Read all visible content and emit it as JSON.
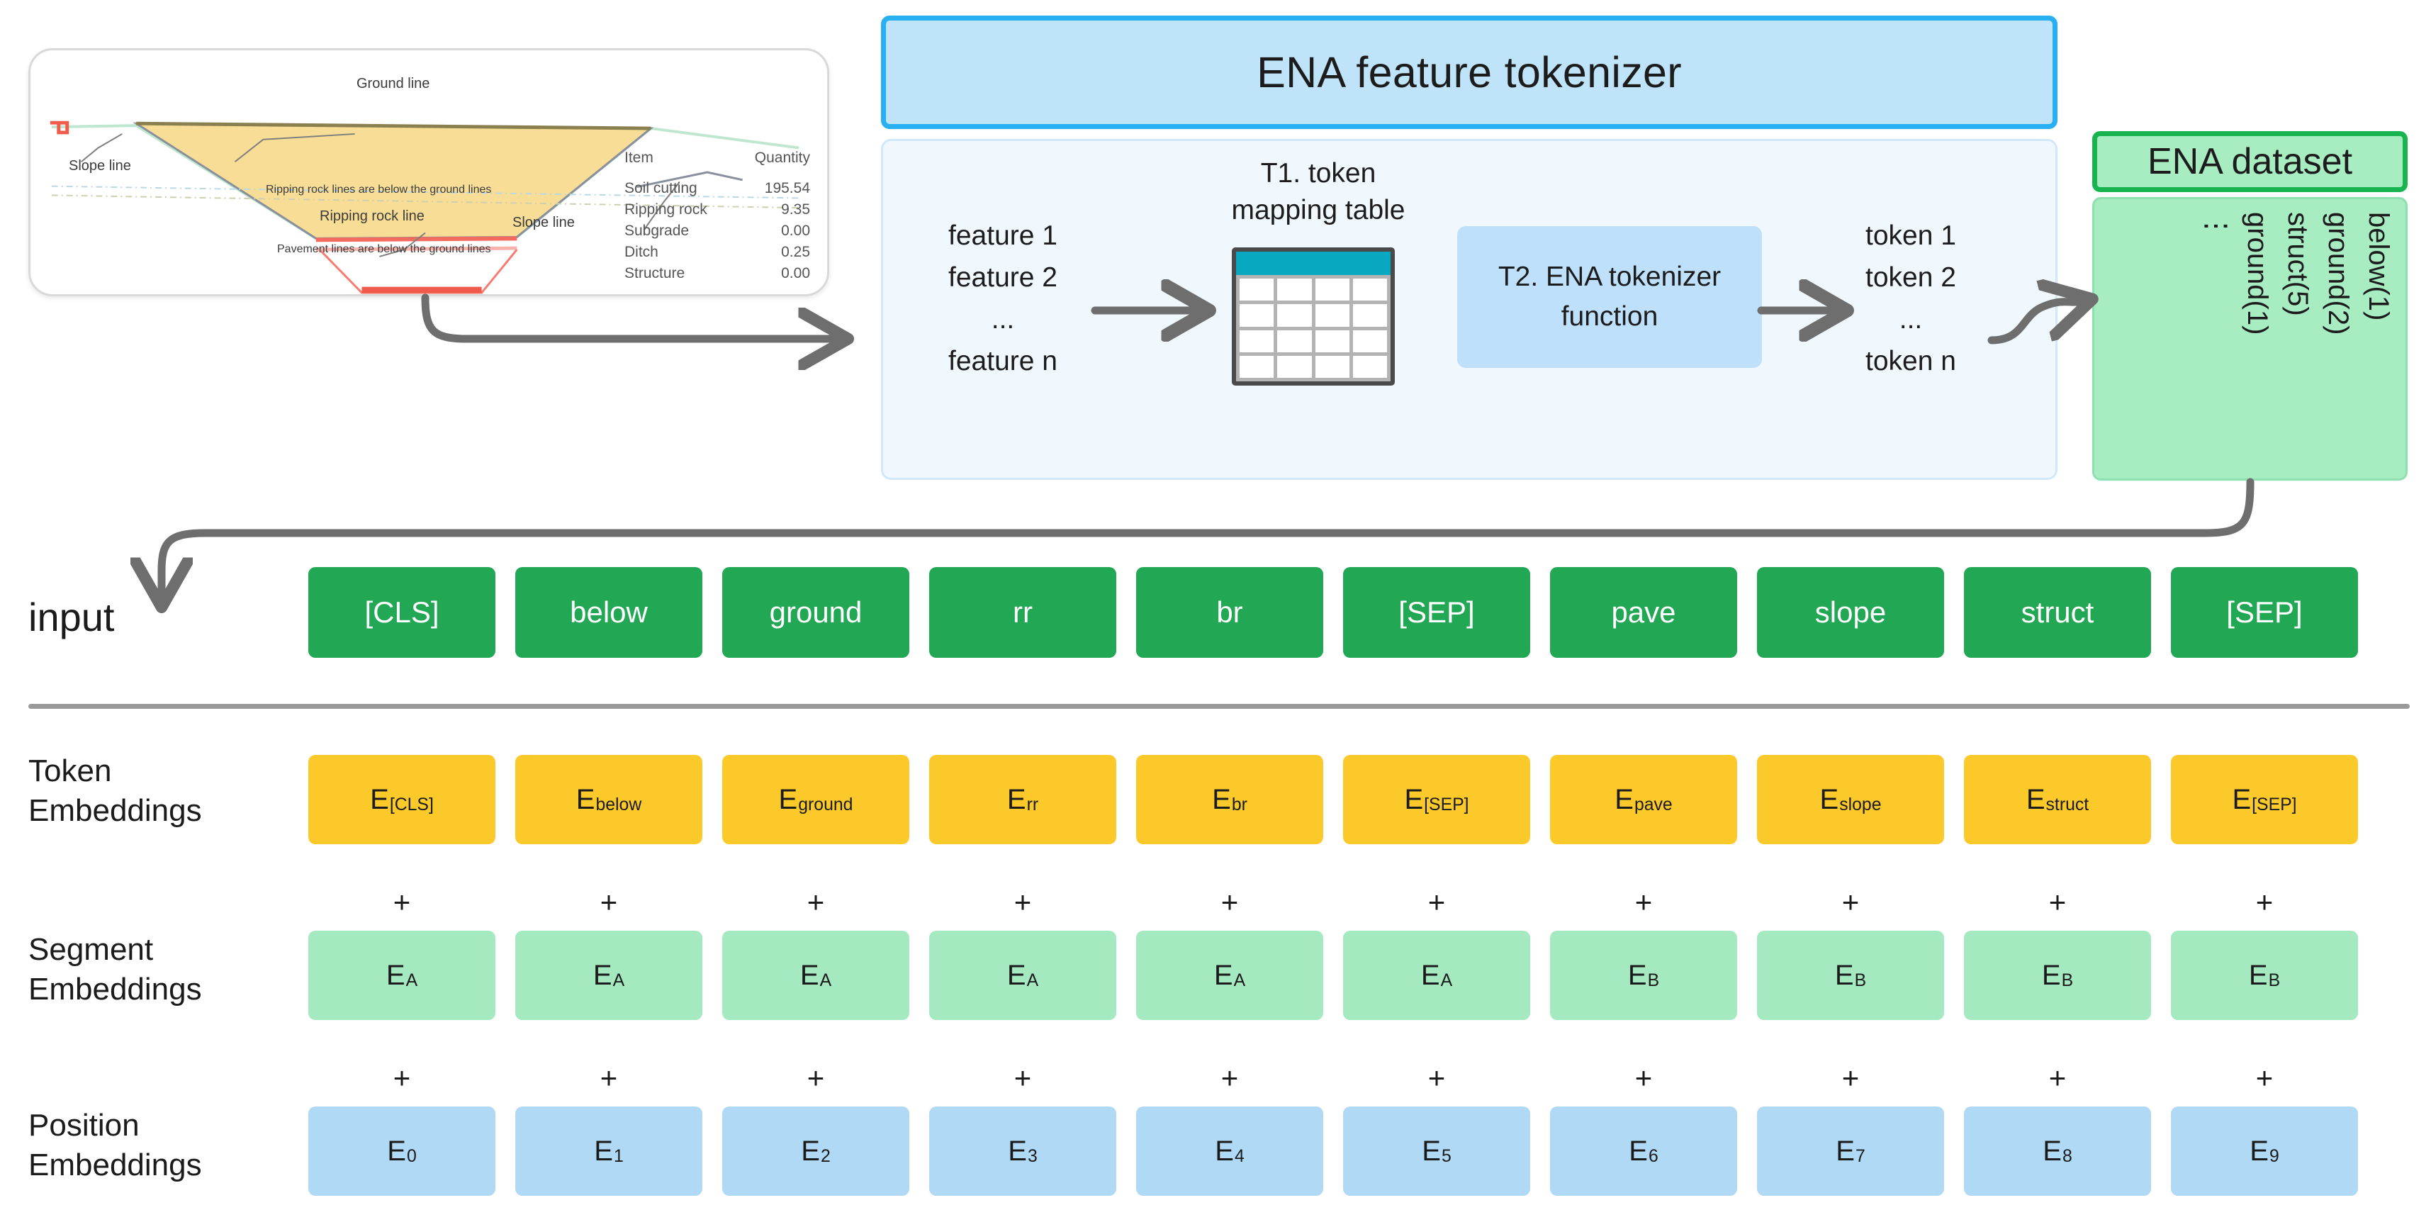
{
  "cross_section": {
    "labels": {
      "ground_line": "Ground line",
      "slope_line_left": "Slope line",
      "slope_line_right": "Slope line",
      "ripping_rock_line": "Ripping rock line",
      "note_ripping": "Ripping rock lines are below the ground lines",
      "note_pavement": "Pavement lines are below the ground lines"
    },
    "table": {
      "headers": [
        "Item",
        "Quantity"
      ],
      "rows": [
        {
          "item": "Soil cutting",
          "quantity": "195.54"
        },
        {
          "item": "Ripping rock",
          "quantity": "9.35"
        },
        {
          "item": "Subgrade",
          "quantity": "0.00"
        },
        {
          "item": "Ditch",
          "quantity": "0.25"
        },
        {
          "item": "Structure",
          "quantity": "0.00"
        }
      ]
    }
  },
  "tokenizer": {
    "title": "ENA feature tokenizer",
    "features": [
      "feature 1",
      "feature 2",
      "...",
      "feature n"
    ],
    "mapping_table_caption": "T1. token\nmapping table",
    "mapping_table_caption_line1": "T1. token",
    "mapping_table_caption_line2": "mapping table",
    "function_box_line1": "T2. ENA tokenizer",
    "function_box_line2": "function",
    "tokens": [
      "token 1",
      "token 2",
      "...",
      "token n"
    ]
  },
  "dataset": {
    "title": "ENA dataset",
    "columns": [
      "below(1)",
      "ground(2)",
      "struct(5)",
      "ground(1)"
    ],
    "ellipsis": "⋮"
  },
  "rows": {
    "input_label": "input",
    "token_embeddings_label_line1": "Token",
    "token_embeddings_label_line2": "Embeddings",
    "segment_embeddings_label_line1": "Segment",
    "segment_embeddings_label_line2": "Embeddings",
    "position_embeddings_label_line1": "Position",
    "position_embeddings_label_line2": "Embeddings",
    "plus_symbol": "+"
  },
  "sequence": {
    "input_tokens": [
      "[CLS]",
      "below",
      "ground",
      "rr",
      "br",
      "[SEP]",
      "pave",
      "slope",
      "struct",
      "[SEP]"
    ],
    "token_embeddings": [
      {
        "base": "E",
        "sub": "[CLS]"
      },
      {
        "base": "E",
        "sub": "below"
      },
      {
        "base": "E",
        "sub": "ground"
      },
      {
        "base": "E",
        "sub": "rr"
      },
      {
        "base": "E",
        "sub": "br"
      },
      {
        "base": "E",
        "sub": "[SEP]"
      },
      {
        "base": "E",
        "sub": "pave"
      },
      {
        "base": "E",
        "sub": "slope"
      },
      {
        "base": "E",
        "sub": "struct"
      },
      {
        "base": "E",
        "sub": "[SEP]"
      }
    ],
    "segment_embeddings": [
      {
        "base": "E",
        "sub": "A"
      },
      {
        "base": "E",
        "sub": "A"
      },
      {
        "base": "E",
        "sub": "A"
      },
      {
        "base": "E",
        "sub": "A"
      },
      {
        "base": "E",
        "sub": "A"
      },
      {
        "base": "E",
        "sub": "A"
      },
      {
        "base": "E",
        "sub": "B"
      },
      {
        "base": "E",
        "sub": "B"
      },
      {
        "base": "E",
        "sub": "B"
      },
      {
        "base": "E",
        "sub": "B"
      }
    ],
    "position_embeddings": [
      {
        "base": "E",
        "sub": "0"
      },
      {
        "base": "E",
        "sub": "1"
      },
      {
        "base": "E",
        "sub": "2"
      },
      {
        "base": "E",
        "sub": "3"
      },
      {
        "base": "E",
        "sub": "4"
      },
      {
        "base": "E",
        "sub": "5"
      },
      {
        "base": "E",
        "sub": "6"
      },
      {
        "base": "E",
        "sub": "7"
      },
      {
        "base": "E",
        "sub": "8"
      },
      {
        "base": "E",
        "sub": "9"
      }
    ]
  },
  "colors": {
    "input_green": "#22a855",
    "token_orange": "#fbc92a",
    "segment_green": "#a5e9c0",
    "position_blue": "#b0d9f6",
    "tokenizer_border": "#29b0f2",
    "tokenizer_fill": "#bfe3f8",
    "dataset_border": "#17b44f",
    "dataset_fill": "#a8ecc2",
    "arrow_gray": "#6e6e6e",
    "table_head_teal": "#08a8c0"
  }
}
